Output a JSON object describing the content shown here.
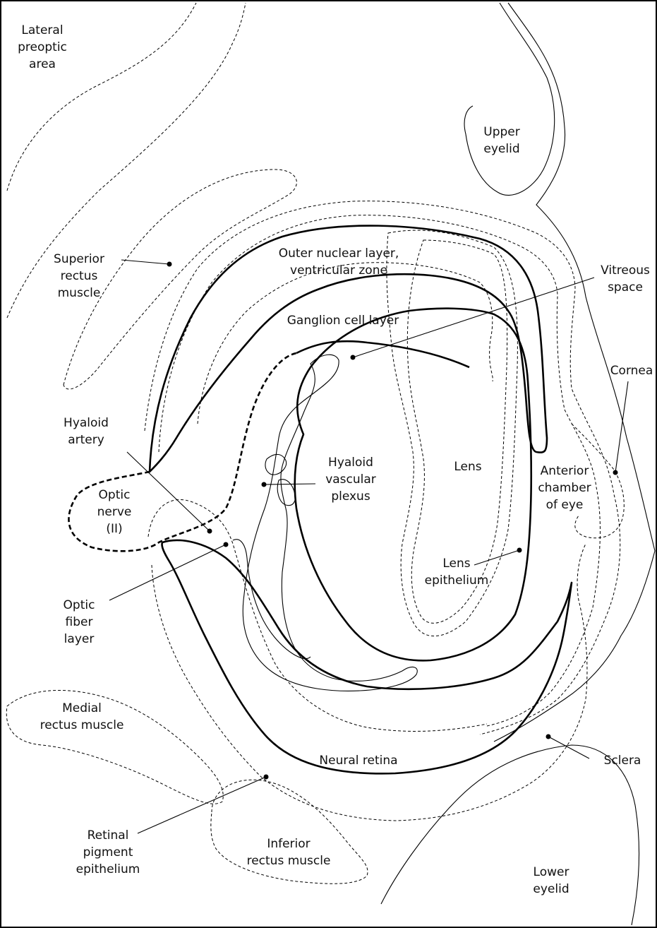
{
  "labels": {
    "lateral_preoptic_area": [
      "Lateral",
      "preoptic",
      "area"
    ],
    "upper_eyelid": [
      "Upper",
      "eyelid"
    ],
    "superior_rectus_muscle": [
      "Superior",
      "rectus",
      "muscle"
    ],
    "outer_nuclear_layer": [
      "Outer nuclear layer,",
      "ventricular zone"
    ],
    "vitreous_space": [
      "Vitreous",
      "space"
    ],
    "ganglion_cell_layer": [
      "Ganglion cell layer"
    ],
    "cornea": [
      "Cornea"
    ],
    "hyaloid_artery": [
      "Hyaloid",
      "artery"
    ],
    "hyaloid_vascular_plexus": [
      "Hyaloid",
      "vascular",
      "plexus"
    ],
    "lens": [
      "Lens"
    ],
    "anterior_chamber": [
      "Anterior",
      "chamber",
      "of eye"
    ],
    "optic_nerve": [
      "Optic",
      "nerve",
      "(II)"
    ],
    "lens_epithelium": [
      "Lens",
      "epithelium"
    ],
    "optic_fiber_layer": [
      "Optic",
      "fiber",
      "layer"
    ],
    "medial_rectus_muscle": [
      "Medial",
      "rectus muscle"
    ],
    "neural_retina": [
      "Neural retina"
    ],
    "sclera": [
      "Sclera"
    ],
    "retinal_pigment_epithelium": [
      "Retinal",
      "pigment",
      "epithelium"
    ],
    "inferior_rectus_muscle": [
      "Inferior",
      "rectus muscle"
    ],
    "lower_eyelid": [
      "Lower",
      "eyelid"
    ]
  }
}
